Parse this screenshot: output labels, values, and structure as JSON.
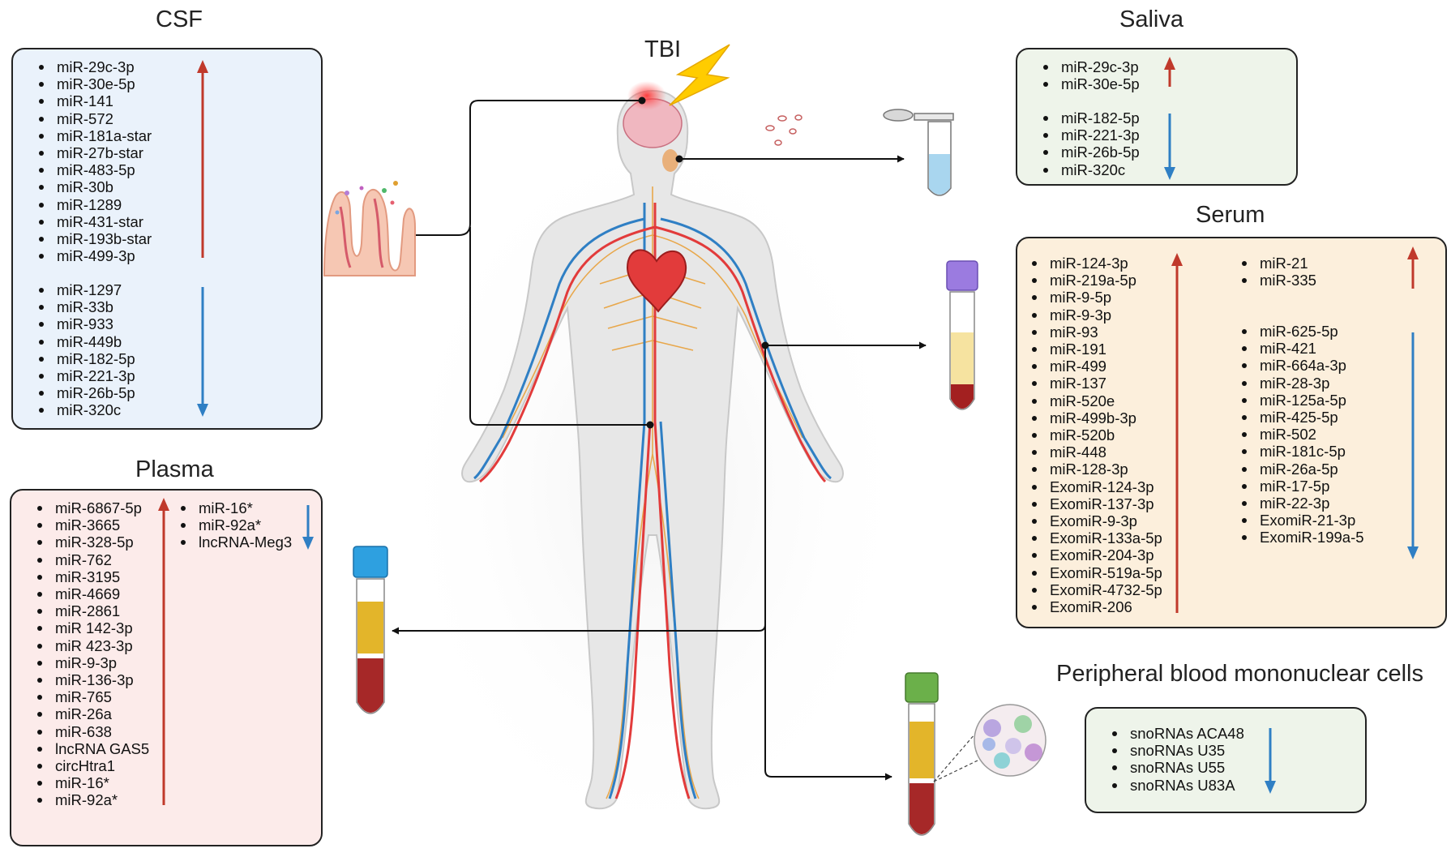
{
  "center": {
    "title": "TBI"
  },
  "csf": {
    "title": "CSF",
    "up": [
      "miR-29c-3p",
      "miR-30e-5p",
      "miR-141",
      "miR-572",
      "miR-181a-star",
      "miR-27b-star",
      "miR-483-5p",
      "miR-30b",
      "miR-1289",
      "miR-431-star",
      "miR-193b-star",
      "miR-499-3p"
    ],
    "down": [
      "miR-1297",
      "miR-33b",
      "miR-933",
      "miR-449b",
      "miR-182-5p",
      "miR-221-3p",
      "miR-26b-5p",
      "miR-320c"
    ]
  },
  "plasma": {
    "title": "Plasma",
    "up": [
      "miR-6867-5p",
      "miR-3665",
      "miR-328-5p",
      "miR-762",
      "miR-3195",
      "miR-4669",
      "miR-2861",
      "miR 142-3p",
      "miR 423-3p",
      "miR-9-3p",
      "miR-136-3p",
      "miR-765",
      "miR-26a",
      "miR-638",
      "lncRNA GAS5",
      "circHtra1",
      "miR-16*",
      "miR-92a*"
    ],
    "down": [
      "miR-16*",
      "miR-92a*",
      "lncRNA-Meg3"
    ]
  },
  "saliva": {
    "title": "Saliva",
    "up": [
      "miR-29c-3p",
      "miR-30e-5p"
    ],
    "down": [
      "miR-182-5p",
      "miR-221-3p",
      "miR-26b-5p",
      "miR-320c"
    ]
  },
  "serum": {
    "title": "Serum",
    "up_left": [
      "miR-124-3p",
      "miR-219a-5p",
      "miR-9-5p",
      "miR-9-3p",
      "miR-93",
      "miR-191",
      "miR-499",
      "miR-137",
      "miR-520e",
      "miR-499b-3p",
      "miR-520b",
      "miR-448",
      "miR-128-3p",
      "ExomiR-124-3p",
      "ExomiR-137-3p",
      "ExomiR-9-3p",
      "ExomiR-133a-5p",
      "ExomiR-204-3p",
      "ExomiR-519a-5p",
      "ExomiR-4732-5p",
      "ExomiR-206"
    ],
    "up_right": [
      "miR-21",
      "miR-335"
    ],
    "down_right": [
      "miR-625-5p",
      "miR-421",
      "miR-664a-3p",
      "miR-28-3p",
      "miR-125a-5p",
      "miR-425-5p",
      "miR-502",
      "miR-181c-5p",
      "miR-26a-5p",
      "miR-17-5p",
      "miR-22-3p",
      "ExomiR-21-3p",
      "ExomiR-199a-5"
    ]
  },
  "pbmc": {
    "title": "Peripheral blood mononuclear cells",
    "down": [
      "snoRNAs ACA48",
      "snoRNAs U35",
      "snoRNAs U55",
      "snoRNAs U83A"
    ]
  },
  "colors": {
    "up_arrow": "#c0392b",
    "down_arrow": "#2f7fc4",
    "csf_bg": "#eaf2fb",
    "plasma_bg": "#fcebea",
    "saliva_bg": "#eef4ea",
    "serum_bg": "#fcefdc",
    "pbmc_bg": "#eef4ea"
  }
}
